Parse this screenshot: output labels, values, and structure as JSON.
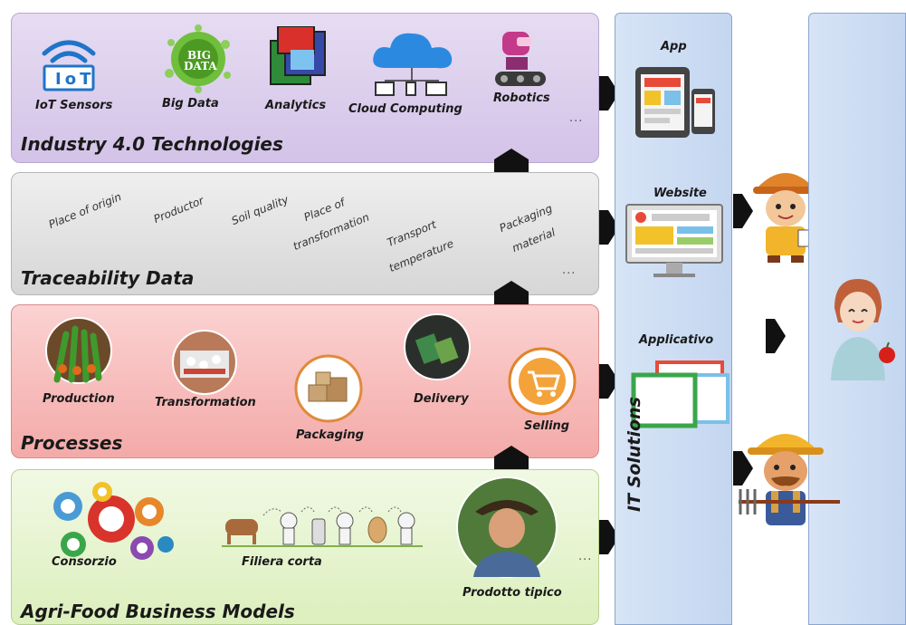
{
  "layers": {
    "technologies": {
      "title": "Industry 4.0 Technologies",
      "items": [
        "IoT Sensors",
        "Big Data",
        "Analytics",
        "Cloud Computing",
        "Robotics"
      ],
      "ellipsis": "...",
      "bigdata_badge": "BIG DATA",
      "iot_badge": "IoT"
    },
    "traceability": {
      "title": "Traceability Data",
      "items": [
        "Place of origin",
        "Productor",
        "Soil quality",
        "Place of",
        "transformation",
        "Transport",
        "temperature",
        "Packaging",
        "material"
      ],
      "ellipsis": "..."
    },
    "processes": {
      "title": "Processes",
      "items": [
        "Production",
        "Transformation",
        "Packaging",
        "Delivery",
        "Selling"
      ]
    },
    "business": {
      "title": "Agri-Food Business Models",
      "items": [
        "Consorzio",
        "Filiera corta",
        "Prodotto tipico"
      ],
      "ellipsis": "..."
    }
  },
  "it_solutions": {
    "title": "IT Solutions",
    "items": [
      "App",
      "Website",
      "Applicativo"
    ]
  },
  "colors": {
    "tech": "#d3c3e8",
    "trace": "#d6d6d6",
    "proc": "#f3aaa8",
    "biz": "#dcefbd",
    "it": "#c4d6f0"
  }
}
